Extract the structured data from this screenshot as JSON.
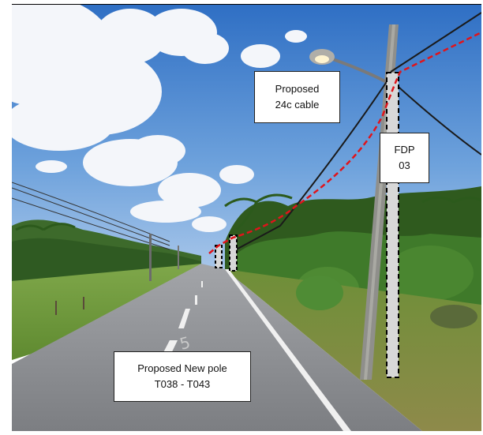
{
  "labels": {
    "cable": {
      "line1": "Proposed",
      "line2": "24c cable"
    },
    "fdp": {
      "line1": "FDP",
      "line2": "03"
    },
    "new_pole": {
      "line1": "Proposed New pole",
      "line2": "T038 - T043"
    }
  },
  "colors": {
    "sky": "#3f7fcf",
    "cable_route": "#e0141b",
    "pole_marker": "#d8d8d8",
    "grass": "#6f9a3a",
    "road": "#8e9094"
  }
}
